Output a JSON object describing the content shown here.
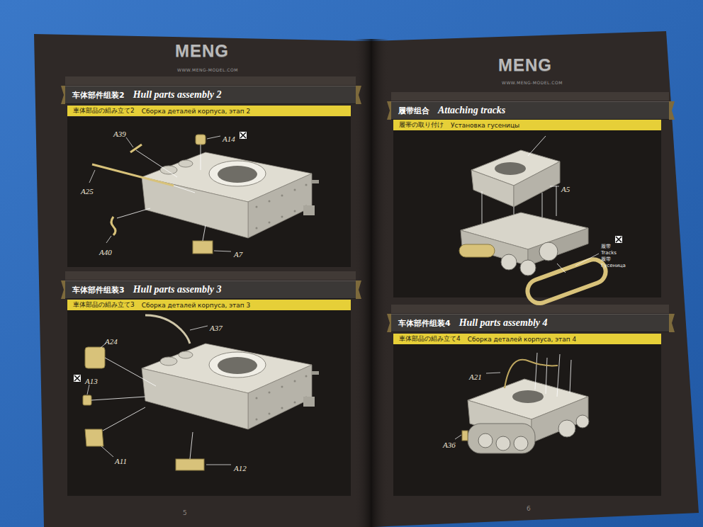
{
  "diagram": {
    "nodes": [
      {
        "text": [
          "车体部件组装2",
          "Hull parts assembly 2"
        ]
      },
      {
        "text": [
          "車体部品の組み立て2",
          "Сборка деталей корпуса, этап 2"
        ]
      },
      {
        "text": [
          "车体部件组装3",
          "Hull parts assembly 3"
        ]
      },
      {
        "text": [
          "車体部品の組み立て3",
          "Сборка деталей корпуса, этап 3"
        ]
      },
      {
        "text": [
          "履带组合",
          "Attaching tracks"
        ]
      },
      {
        "text": [
          "履帯の取り付け",
          "Установка гусеницы"
        ]
      },
      {
        "text": [
          "车体部件组装4",
          "Hull parts assembly 4"
        ]
      },
      {
        "text": [
          "車体部品の組み立て4",
          "Сборка деталей корпуса, этап 4"
        ]
      }
    ],
    "labels": [
      "MENG",
      "WWW.MENG-MODEL.COM",
      "A39",
      "A14",
      "A25",
      "A40",
      "A7",
      "A24",
      "A37",
      "A13",
      "A11",
      "A12",
      "5",
      "MENG",
      "WWW.MENG-MODEL.COM",
      "A5",
      "履带",
      "Tracks",
      "履帯",
      "Гусеница",
      "A21",
      "A36",
      "6"
    ]
  }
}
